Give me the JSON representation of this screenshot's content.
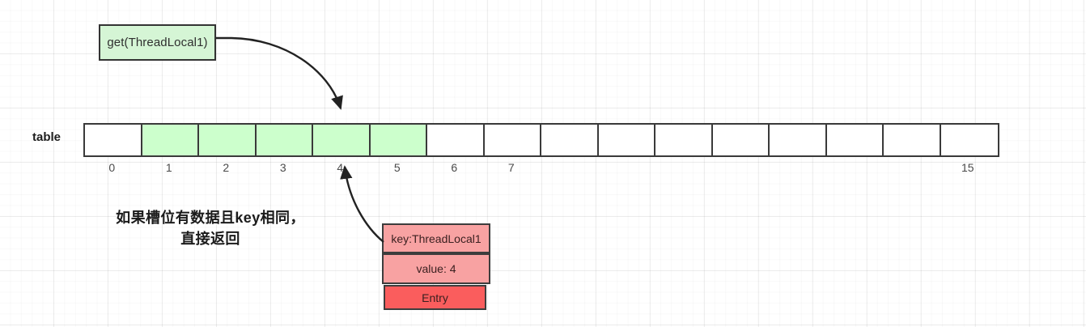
{
  "diagram": {
    "title_box": {
      "label": "get(ThreadLocal1)"
    },
    "table": {
      "row_label": "table",
      "slot_count": 16,
      "filled_slots": [
        1,
        2,
        3,
        4,
        5
      ],
      "index_labels": [
        "0",
        "1",
        "2",
        "3",
        "4",
        "5",
        "6",
        "7",
        "",
        "",
        "",
        "",
        "",
        "",
        "",
        "15"
      ],
      "fill_color": "#ccffcc",
      "empty_color": "#ffffff",
      "border_color": "#3a3a3a"
    },
    "caption": {
      "line1": "如果槽位有数据且key相同，",
      "line2": "直接返回"
    },
    "entry": {
      "key_label": "key:ThreadLocal1",
      "value_label": "value: 4",
      "type_label": "Entry",
      "body_color": "#f8a2a2",
      "tag_color": "#fa5d5d"
    },
    "arrows": [
      {
        "name": "call-to-slot4",
        "from": "get(ThreadLocal1)",
        "to": "slot-4"
      },
      {
        "name": "entry-to-slot4",
        "from": "Entry",
        "to": "slot-4"
      }
    ]
  }
}
